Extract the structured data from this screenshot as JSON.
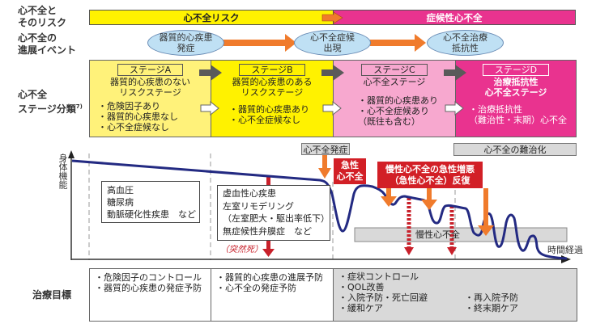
{
  "row_labels": {
    "risk": [
      "心不全と",
      "そのリスク"
    ],
    "events": [
      "心不全の",
      "進展イベント"
    ],
    "stages": [
      "心不全",
      "ステージ分類"
    ],
    "stages_ref": "7)",
    "goals": "治療目標"
  },
  "risk_bar": {
    "left_label": "心不全リスク",
    "right_label": "症候性心不全"
  },
  "events": [
    {
      "lines": [
        "器質的心疾患",
        "発症"
      ]
    },
    {
      "lines": [
        "心不全症候",
        "出現"
      ]
    },
    {
      "lines": [
        "心不全治療",
        "抵抗性"
      ]
    }
  ],
  "stages": [
    {
      "title": "ステージA",
      "desc": [
        "器質的心疾患のない",
        "リスクステージ"
      ],
      "bullets": [
        "・危険因子あり",
        "・器質的心疾患なし",
        "・心不全症候なし"
      ]
    },
    {
      "title": "ステージB",
      "desc": [
        "器質的心疾患のある",
        "リスクステージ"
      ],
      "bullets": [
        "・器質的心疾患あり",
        "・心不全症候なし"
      ]
    },
    {
      "title": "ステージC",
      "desc": [
        "心不全ステージ"
      ],
      "bullets": [
        "・器質的心疾患あり",
        "・心不全症候あり",
        "（既往も含む）"
      ]
    },
    {
      "title": "ステージD",
      "desc": [
        "治療抵抗性",
        "心不全ステージ"
      ],
      "bullets": [
        "・治療抵抗性",
        "（難治性・末期）心不全"
      ]
    }
  ],
  "chart": {
    "y_axis_label": "身体機能",
    "x_axis_label": "時間経過",
    "onset_label": "心不全発症",
    "refractory_label": "心不全の難治化",
    "acute_label": [
      "急性",
      "心不全"
    ],
    "exacerbation_label": [
      "慢性心不全の急性増悪",
      "（急性心不全）反復"
    ],
    "chronic_label": "慢性心不全",
    "sudden_death_label": "（突然死）",
    "stageA_diseases": [
      "高血圧",
      "糖尿病",
      "動脈硬化性疾患　など"
    ],
    "stageB_diseases": [
      "虚血性心疾患",
      "左室リモデリング",
      "（左室肥大・駆出率低下）",
      "無症候性弁膜症　など"
    ]
  },
  "goals": {
    "col1": [
      "・危険因子のコントロール",
      "・器質的心疾患の発症予防"
    ],
    "col2": [
      "・器質的心疾患の進展予防",
      "・心不全の発症予防"
    ],
    "col3_left": [
      "・症状コントロール",
      "・QOL改善",
      "・入院予防・死亡回避",
      "・緩和ケア"
    ],
    "col3_right": [
      "・再入院予防",
      "・終末期ケア"
    ]
  },
  "colors": {
    "yellow_light": "#fff27a",
    "yellow": "#fff200",
    "pink_light": "#f7a8cf",
    "magenta": "#e9338f",
    "orange": "#f07b2c",
    "red": "#d21f26",
    "navy": "#232a82",
    "gray": "#d9d9d9",
    "dark_arrow": "#5a5a5a"
  }
}
